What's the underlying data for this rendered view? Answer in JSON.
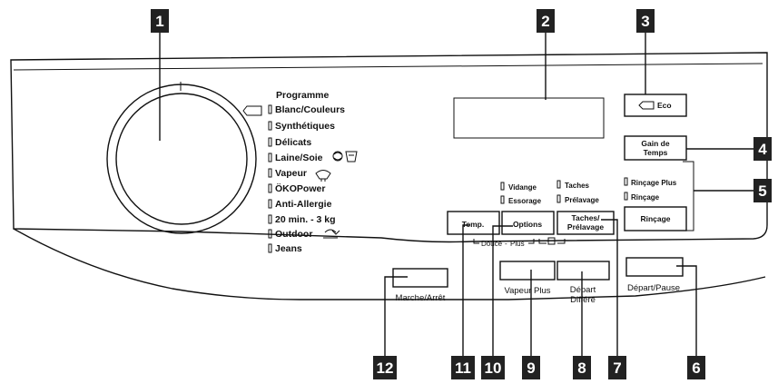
{
  "programme": {
    "title": "Programme",
    "items": [
      {
        "label": "Blanc/Couleurs"
      },
      {
        "label": "Synthétiques"
      },
      {
        "label": "Délicats"
      },
      {
        "label": "Laine/Soie"
      },
      {
        "label": "Vapeur"
      },
      {
        "label": "ÖKOPower"
      },
      {
        "label": "Anti-Allergie"
      },
      {
        "label": "20 min. - 3 kg"
      },
      {
        "label": "Outdoor"
      },
      {
        "label": "Jeans"
      }
    ]
  },
  "indicators": {
    "vidange": "Vidange",
    "essorage": "Essorage",
    "taches": "Taches",
    "prelavage": "Prélavage",
    "rincage_plus": "Rinçage Plus",
    "rincage": "Rinçage"
  },
  "buttons": {
    "eco": "Eco",
    "gain_line1": "Gain de",
    "gain_line2": "Temps",
    "rincage": "Rinçage",
    "temp": "Temp.",
    "options": "Options",
    "taches_line1": "Taches/",
    "taches_line2": "Prélavage",
    "vapeur_plus": "Vapeur Plus",
    "depart_line1": "Départ",
    "depart_line2": "Différé",
    "depart_pause": "Départ/Pause",
    "marche_arret": "Marche/Arrêt"
  },
  "options_bracket": {
    "douce": "Douce",
    "plus": "Plus"
  },
  "callouts": [
    "1",
    "2",
    "3",
    "4",
    "5",
    "6",
    "7",
    "8",
    "9",
    "10",
    "11",
    "12"
  ]
}
